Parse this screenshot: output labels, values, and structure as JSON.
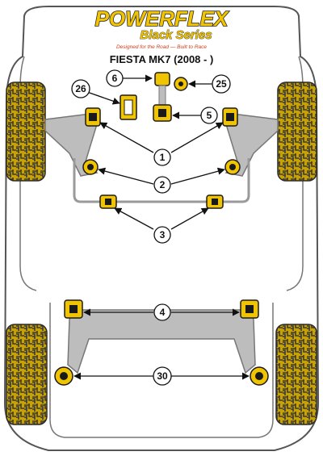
{
  "brand": {
    "logo_text": "POWERFLEX",
    "series_text": "Black Series",
    "tagline": "Designed for the Road — Built to Race",
    "colors": {
      "logo_fill": "#f2c400",
      "logo_stroke": "#2a2a2a",
      "series": "#f2c400",
      "tagline": "#d04020"
    }
  },
  "title": "FIESTA MK7 (2008 - )",
  "callouts": {
    "c1": "1",
    "c2": "2",
    "c3": "3",
    "c4": "4",
    "c5": "5",
    "c6": "6",
    "c25": "25",
    "c26": "26",
    "c30": "30"
  },
  "colors": {
    "body_outline": "#555555",
    "tyre": "#c9a200",
    "tread": "#3a3a3a",
    "arm": "#bdbdbd",
    "bush": "#f0c400",
    "bush_dark": "#1a1a1a",
    "callout_fill": "#ffffff",
    "callout_stroke": "#111111"
  }
}
